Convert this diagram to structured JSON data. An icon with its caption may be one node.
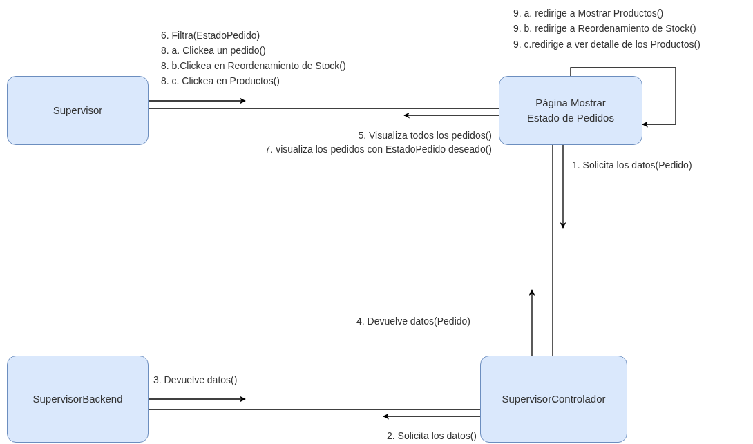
{
  "diagram": {
    "nodes": [
      {
        "text": [
          "Supervisor"
        ]
      },
      {
        "text": [
          "Página Mostrar Estado de Pedidos"
        ]
      },
      {
        "text": [
          "SupervisorBackend"
        ]
      },
      {
        "text": [
          "SupervisorControlador"
        ]
      }
    ],
    "edges": [
      {
        "from": 0,
        "to": 1,
        "arrow": "none"
      },
      {
        "from": 0,
        "to": null,
        "arrow": "to"
      },
      {
        "from": 1,
        "to": null,
        "arrow": "to"
      },
      {
        "from": 1,
        "to": 1,
        "arrow": "to"
      },
      {
        "from": 1,
        "to": 3,
        "arrow": "none"
      },
      {
        "from": 1,
        "to": null,
        "arrow": "to"
      },
      {
        "from": 3,
        "to": null,
        "arrow": "to"
      },
      {
        "from": 2,
        "to": 3,
        "arrow": "none"
      },
      {
        "from": 2,
        "to": null,
        "arrow": "to"
      },
      {
        "from": 3,
        "to": null,
        "arrow": "to"
      }
    ],
    "labels": [
      "9. a. redirige a Mostrar Productos()",
      "9. b. redirige a Reordenamiento de Stock()",
      "9. c.redirige a ver detalle de los Productos()",
      "6. Filtra(EstadoPedido)",
      "8. a. Clickea un pedido()",
      "8. b.Clickea en Reordenamiento de Stock()",
      "8. c. Clickea en Productos()",
      "5. Visualiza todos los pedidos()",
      "7. visualiza los pedidos con EstadoPedido deseado()",
      "1. Solicita los datos(Pedido)",
      "4. Devuelve datos(Pedido)",
      "3. Devuelve datos()",
      "2. Solicita los datos()"
    ]
  }
}
